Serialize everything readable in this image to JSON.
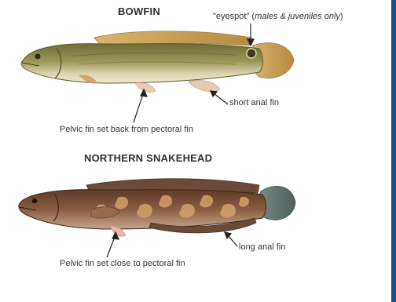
{
  "figure": {
    "bowfin": {
      "title": "BOWFIN",
      "eyespot_prefix": "\"eyespot\" (",
      "eyespot_emph": "males & juveniles only",
      "eyespot_suffix": ")",
      "anal_fin_label": "short anal fin",
      "pelvic_label": "Pelvic fin set back from pectoral fin"
    },
    "snakehead": {
      "title": "NORTHERN SNAKEHEAD",
      "anal_fin_label": "long anal fin",
      "pelvic_label": "Pelvic fin set close to pectoral fin"
    }
  },
  "colors": {
    "frame_blue": "#1f4f86",
    "bowfin_body": "#8e8a4a",
    "bowfin_belly": "#e8e3c8",
    "bowfin_fin": "#c9a25a",
    "snakehead_body": "#7a5038",
    "snakehead_blotch": "#c8935f",
    "snakehead_tail": "#6c7d7a"
  }
}
